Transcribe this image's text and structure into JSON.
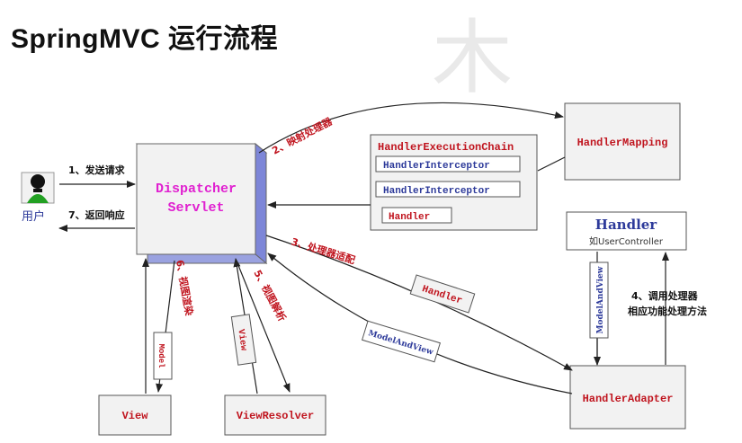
{
  "title": "SpringMVC 运行流程",
  "colors": {
    "red": "#c0141e",
    "blue": "#2d3a9a",
    "magenta": "#e020d0",
    "box_border": "#555555",
    "grey_fill": "#eeeeee"
  },
  "user": {
    "icon": "user-icon",
    "label": "用户"
  },
  "dispatcher": {
    "line1": "Dispatcher",
    "line2": "Servlet"
  },
  "handler_mapping": {
    "label": "HandlerMapping"
  },
  "chain": {
    "title": "HandlerExecutionChain",
    "interceptor1": "HandlerInterceptor",
    "interceptor2": "HandlerInterceptor",
    "handler": "Handler"
  },
  "handler_box": {
    "title": "Handler",
    "subtitle": "如UserController"
  },
  "handler_adapter": {
    "label": "HandlerAdapter"
  },
  "view": {
    "label": "View"
  },
  "view_resolver": {
    "label": "ViewResolver"
  },
  "tags": {
    "handler": "Handler",
    "model_and_view_a": "ModelAndView",
    "model_and_view_b": "ModelAndView",
    "model": "Model",
    "view": "View"
  },
  "steps": {
    "s1": "1、发送请求",
    "s2": "2、映射处理器",
    "s3": "3、处理器适配",
    "s4a": "4、调用处理器",
    "s4b": "相应功能处理方法",
    "s5": "5、视图解析",
    "s6": "6、视图渲染",
    "s7": "7、返回响应"
  },
  "watermark": "木"
}
